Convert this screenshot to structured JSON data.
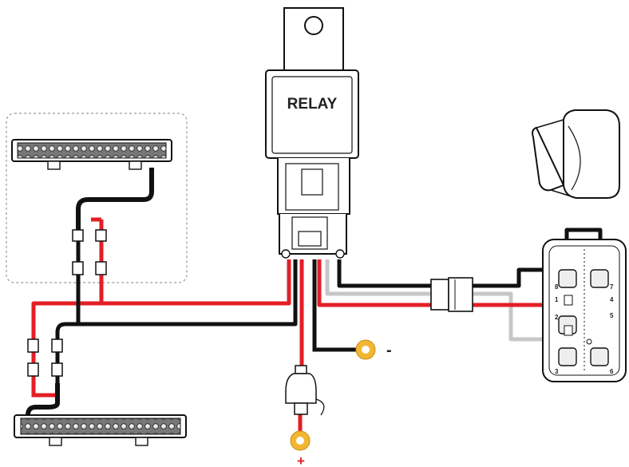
{
  "relay": {
    "label": "RELAY"
  },
  "terminals": {
    "negative": "-",
    "positive": "+"
  },
  "switch": {
    "pins": [
      "8",
      "1",
      "2",
      "3",
      "7",
      "4",
      "5",
      "6"
    ]
  },
  "colors": {
    "red_wire": "#e41e26",
    "black_wire": "#111111",
    "gray_wire": "#c7c7c7",
    "ring_terminal": "#f2b632",
    "outline": "#1a1a1a"
  }
}
